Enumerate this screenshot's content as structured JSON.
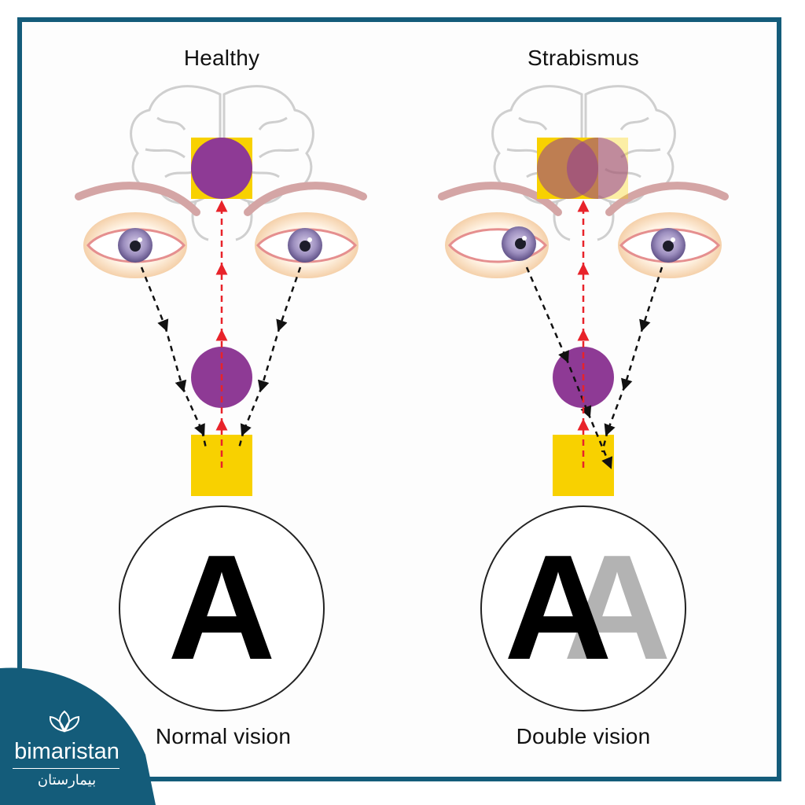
{
  "panels": {
    "left": {
      "title": "Healthy",
      "caption": "Normal vision",
      "letter": "A"
    },
    "right": {
      "title": "Strabismus",
      "caption": "Double vision",
      "letter": "A"
    }
  },
  "brand": {
    "name": "bimaristan",
    "arabic": "بيمارستان",
    "logo_icon": "lotus-icon"
  },
  "colors": {
    "frame": "#145c7a",
    "object_purple": "#8e3a95",
    "object_yellow": "#f8d100",
    "signal_red": "#e8232a",
    "gaze_black": "#111111",
    "ghost_grey": "#b3b3b3",
    "brand_blue": "#145c7a"
  }
}
